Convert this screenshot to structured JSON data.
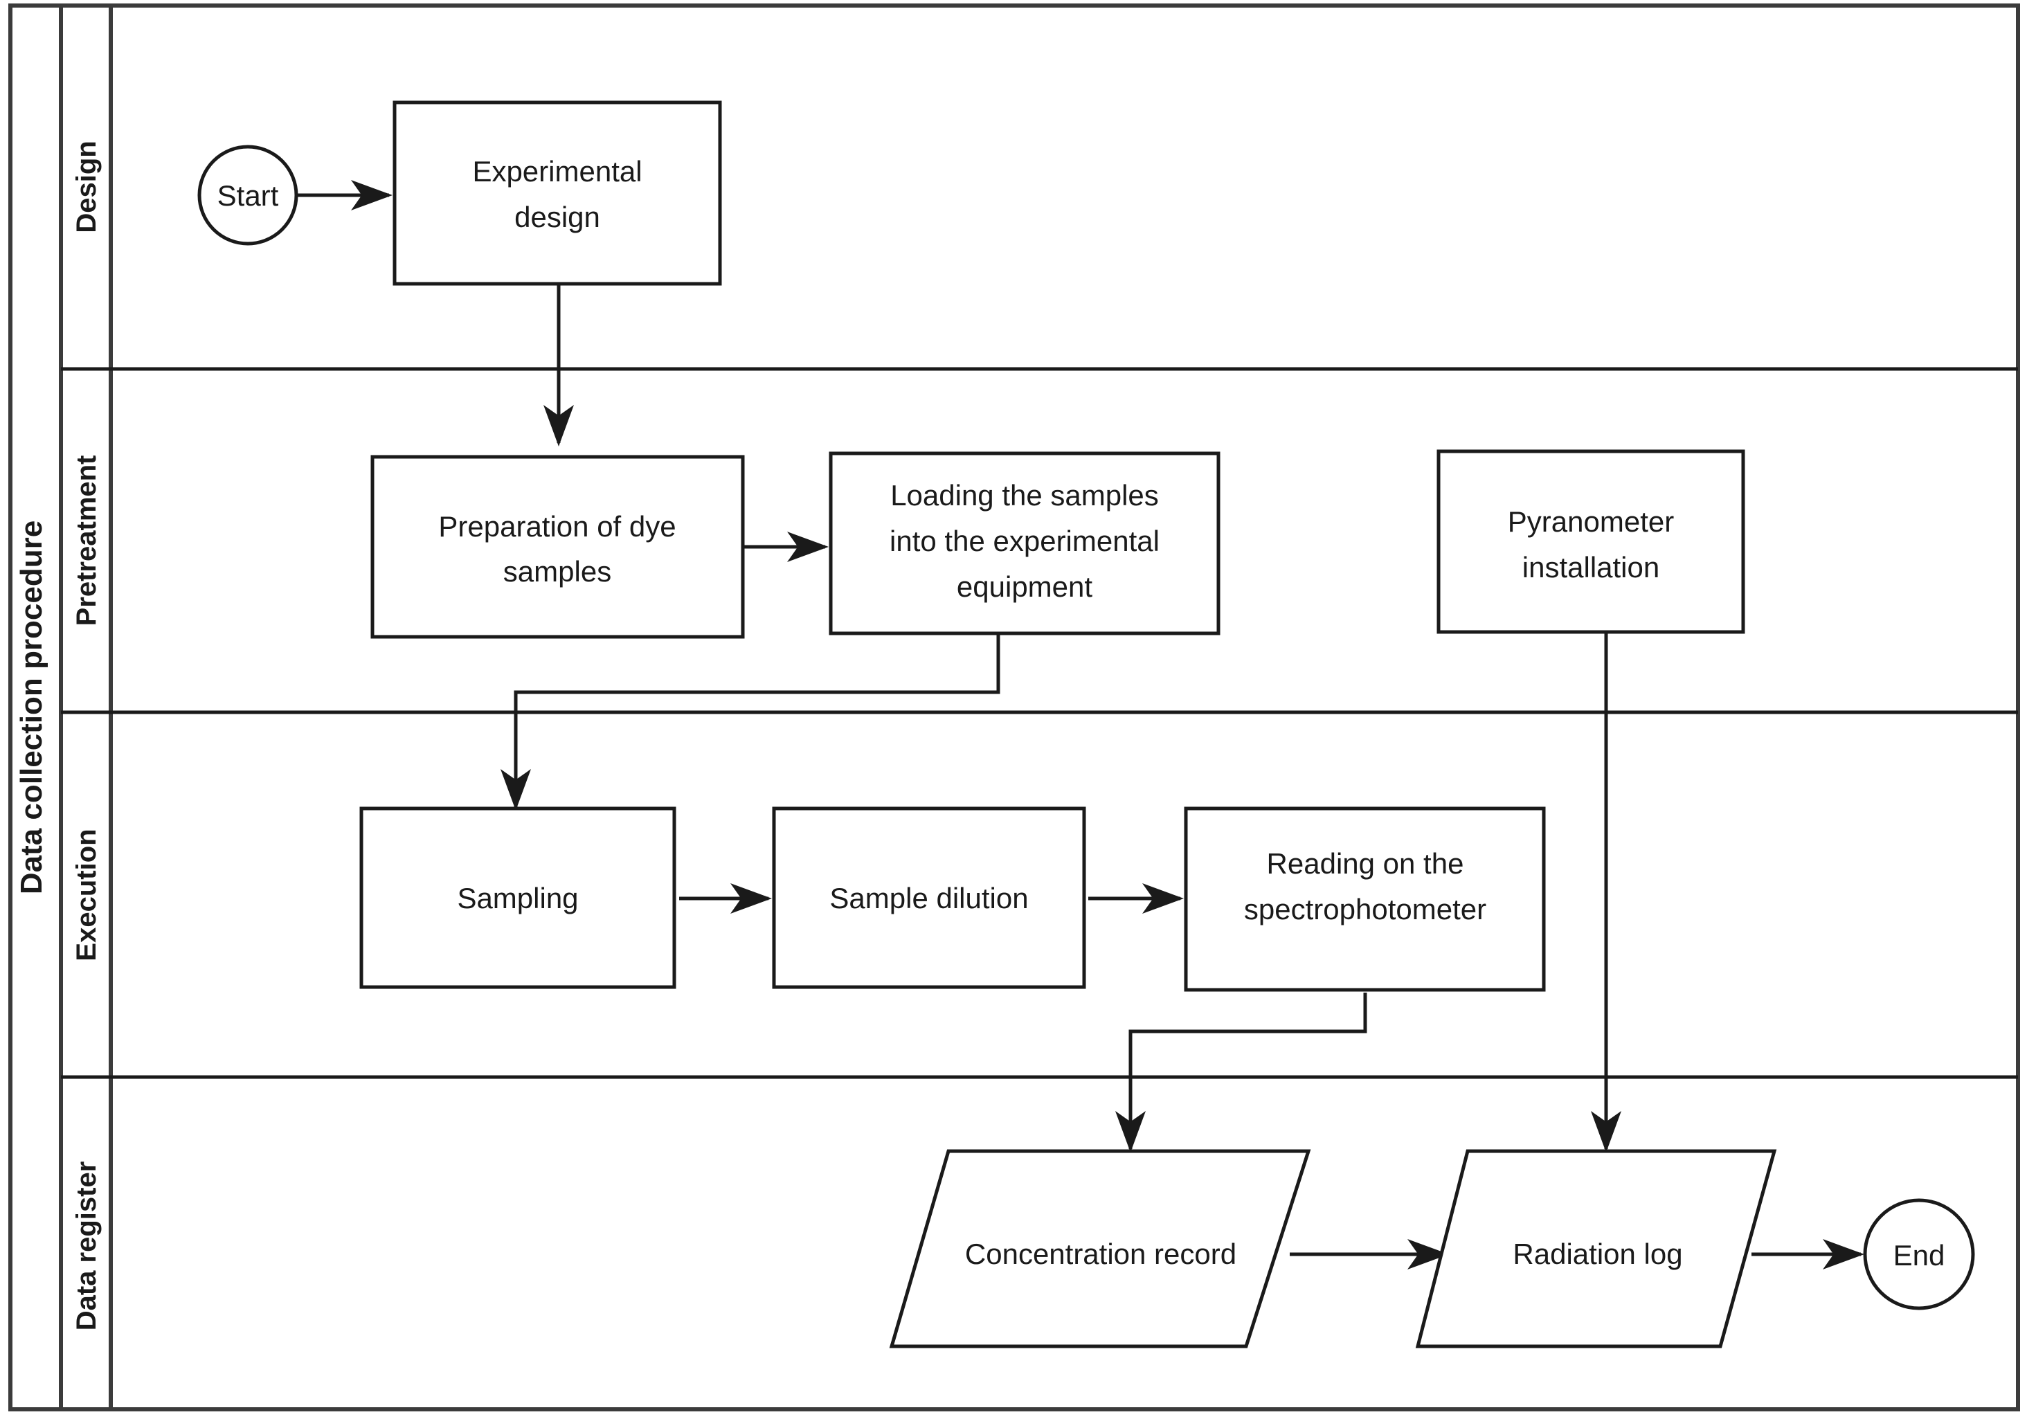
{
  "diagram": {
    "type": "flowchart",
    "orientation": "horizontal-swimlanes",
    "pool_title": "Data collection procedure",
    "lanes": [
      {
        "id": "design",
        "label": "Design"
      },
      {
        "id": "pretreatment",
        "label": "Pretreatment"
      },
      {
        "id": "execution",
        "label": "Execution"
      },
      {
        "id": "data-register",
        "label": "Data register"
      }
    ],
    "nodes": [
      {
        "id": "start",
        "label": "Start",
        "shape": "circle",
        "lane": "design"
      },
      {
        "id": "experimental-design",
        "label": "Experimental design",
        "shape": "process",
        "lane": "design"
      },
      {
        "id": "preparation-of-dye-samples",
        "label": "Preparation of dye samples",
        "shape": "process",
        "lane": "pretreatment"
      },
      {
        "id": "loading-the-samples",
        "label": "Loading the samples into the experimental equipment",
        "shape": "process",
        "lane": "pretreatment"
      },
      {
        "id": "pyranometer-installation",
        "label": "Pyranometer installation",
        "shape": "process",
        "lane": "pretreatment"
      },
      {
        "id": "sampling",
        "label": "Sampling",
        "shape": "process",
        "lane": "execution"
      },
      {
        "id": "sample-dilution",
        "label": "Sample dilution",
        "shape": "process",
        "lane": "execution"
      },
      {
        "id": "reading-on-the-spectrophotometer",
        "label": "Reading on the spectrophotometer",
        "shape": "process",
        "lane": "execution"
      },
      {
        "id": "concentration-record",
        "label": "Concentration record",
        "shape": "data-parallelogram",
        "lane": "data-register"
      },
      {
        "id": "radiation-log",
        "label": "Radiation log",
        "shape": "data-parallelogram",
        "lane": "data-register"
      },
      {
        "id": "end",
        "label": "End",
        "shape": "circle",
        "lane": "data-register"
      }
    ],
    "edges": [
      {
        "from": "start",
        "to": "experimental-design"
      },
      {
        "from": "experimental-design",
        "to": "preparation-of-dye-samples"
      },
      {
        "from": "preparation-of-dye-samples",
        "to": "loading-the-samples"
      },
      {
        "from": "loading-the-samples",
        "to": "sampling"
      },
      {
        "from": "sampling",
        "to": "sample-dilution"
      },
      {
        "from": "sample-dilution",
        "to": "reading-on-the-spectrophotometer"
      },
      {
        "from": "reading-on-the-spectrophotometer",
        "to": "concentration-record"
      },
      {
        "from": "concentration-record",
        "to": "radiation-log"
      },
      {
        "from": "pyranometer-installation",
        "to": "radiation-log"
      },
      {
        "from": "radiation-log",
        "to": "end"
      }
    ],
    "node_text_lines": {
      "start": [
        "Start"
      ],
      "experimental_design": [
        "Experimental",
        "design"
      ],
      "preparation_of_dye_samples": [
        "Preparation of dye",
        "samples"
      ],
      "loading_the_samples": [
        "Loading the samples",
        "into the experimental",
        "equipment"
      ],
      "pyranometer_installation": [
        "Pyranometer",
        "installation"
      ],
      "sampling": [
        "Sampling"
      ],
      "sample_dilution": [
        "Sample dilution"
      ],
      "reading_on_the_spectrophotometer": [
        "Reading on the",
        "spectrophotometer"
      ],
      "concentration_record": [
        "Concentration record"
      ],
      "radiation_log": [
        "Radiation log"
      ],
      "end": [
        "End"
      ]
    },
    "colors": {
      "background": "#ffffff",
      "shape_stroke": "#1a1a1a",
      "shape_fill": "#ffffff",
      "frame_stroke": "#3b3b3b",
      "text": "#1a1a1a"
    }
  }
}
